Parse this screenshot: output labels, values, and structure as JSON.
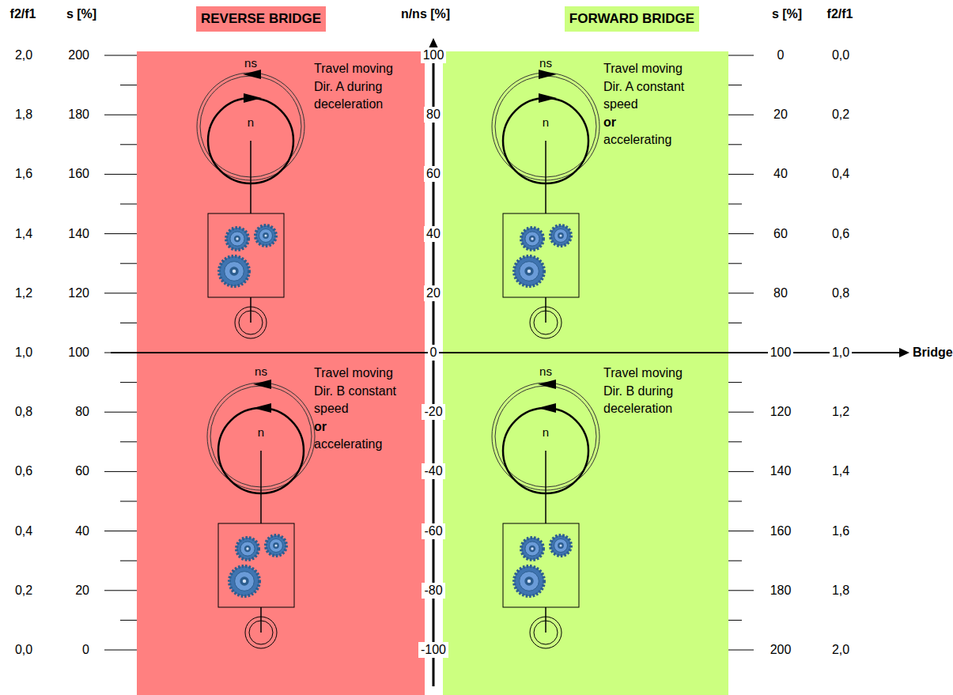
{
  "diagram": {
    "nodes": [
      {
        "text": [
          "REVERSE BRIDGE"
        ]
      },
      {
        "text": [
          "FORWARD BRIDGE"
        ]
      },
      {
        "text": [
          "Travel moving Dir. A during deceleration",
          "Travel moving Dir. B constant speed",
          "or",
          "accelerating"
        ]
      },
      {
        "text": [
          "Travel moving Dir. A constant speed",
          "or",
          "accelerating",
          "Travel moving Dir. B during deceleration"
        ]
      }
    ],
    "labels": [
      "f2/f1",
      "s [%]",
      "n/ns [%]",
      "s [%]",
      "f2/f1",
      "2,0",
      "1,8",
      "1,6",
      "1,4",
      "1,2",
      "1,0",
      "0,8",
      "0,6",
      "0,4",
      "0,2",
      "0,0",
      "200",
      "180",
      "160",
      "140",
      "120",
      "100",
      "80",
      "60",
      "40",
      "20",
      "0",
      "100",
      "80",
      "60",
      "40",
      "20",
      "0",
      "-20",
      "-40",
      "-60",
      "-80",
      "-100",
      "0",
      "20",
      "40",
      "60",
      "80",
      "100",
      "120",
      "140",
      "160",
      "180",
      "200",
      "0,0",
      "0,2",
      "0,4",
      "0,6",
      "0,8",
      "1,0",
      "1,2",
      "1,4",
      "1,6",
      "1,8",
      "2,0",
      "Bridge",
      "ns",
      "n",
      "ns",
      "n",
      "ns",
      "n",
      "ns",
      "n"
    ]
  }
}
